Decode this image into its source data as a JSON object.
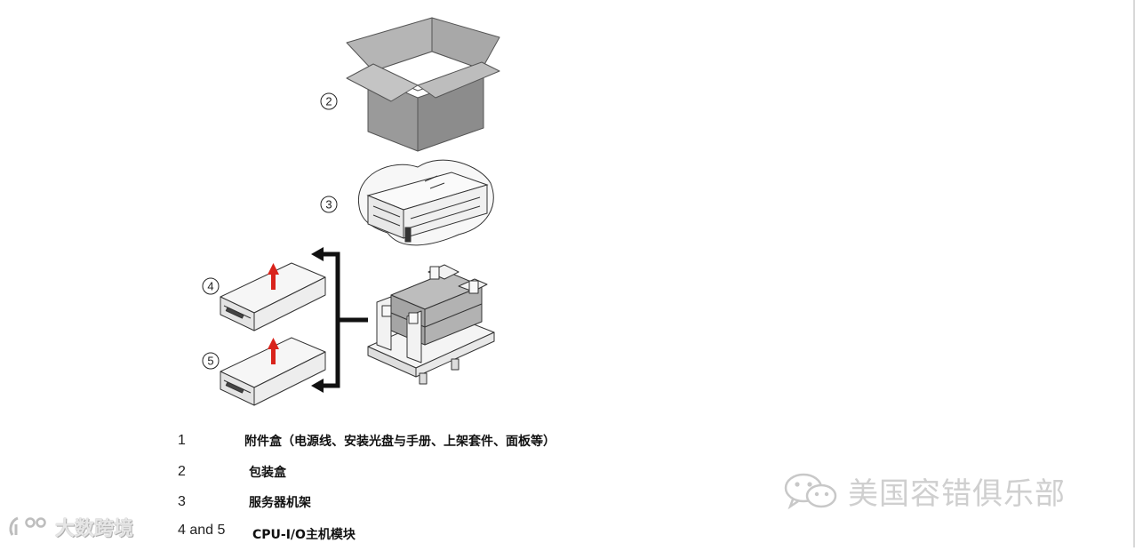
{
  "callouts": {
    "box": "2",
    "chassis": "3",
    "module_top": "4",
    "module_bottom": "5"
  },
  "legend": [
    {
      "num": "1",
      "desc": "附件盒（电源线、安装光盘与手册、上架套件、面板等）"
    },
    {
      "num": "2",
      "desc": "包装盒"
    },
    {
      "num": "3",
      "desc": "服务器机架"
    },
    {
      "num": "4 and 5",
      "desc": "CPU-I/O主机模块"
    }
  ],
  "watermarks": {
    "right": "美国容错俱乐部",
    "left": "大数跨境"
  },
  "icons": {
    "wechat": "wechat-icon",
    "left_logo": "brand-logo-icon"
  },
  "colors": {
    "box_gray": "#9a9a9a",
    "arrow_red": "#d9241c",
    "arrow_black": "#111111",
    "watermark": "#cfcfcf"
  }
}
